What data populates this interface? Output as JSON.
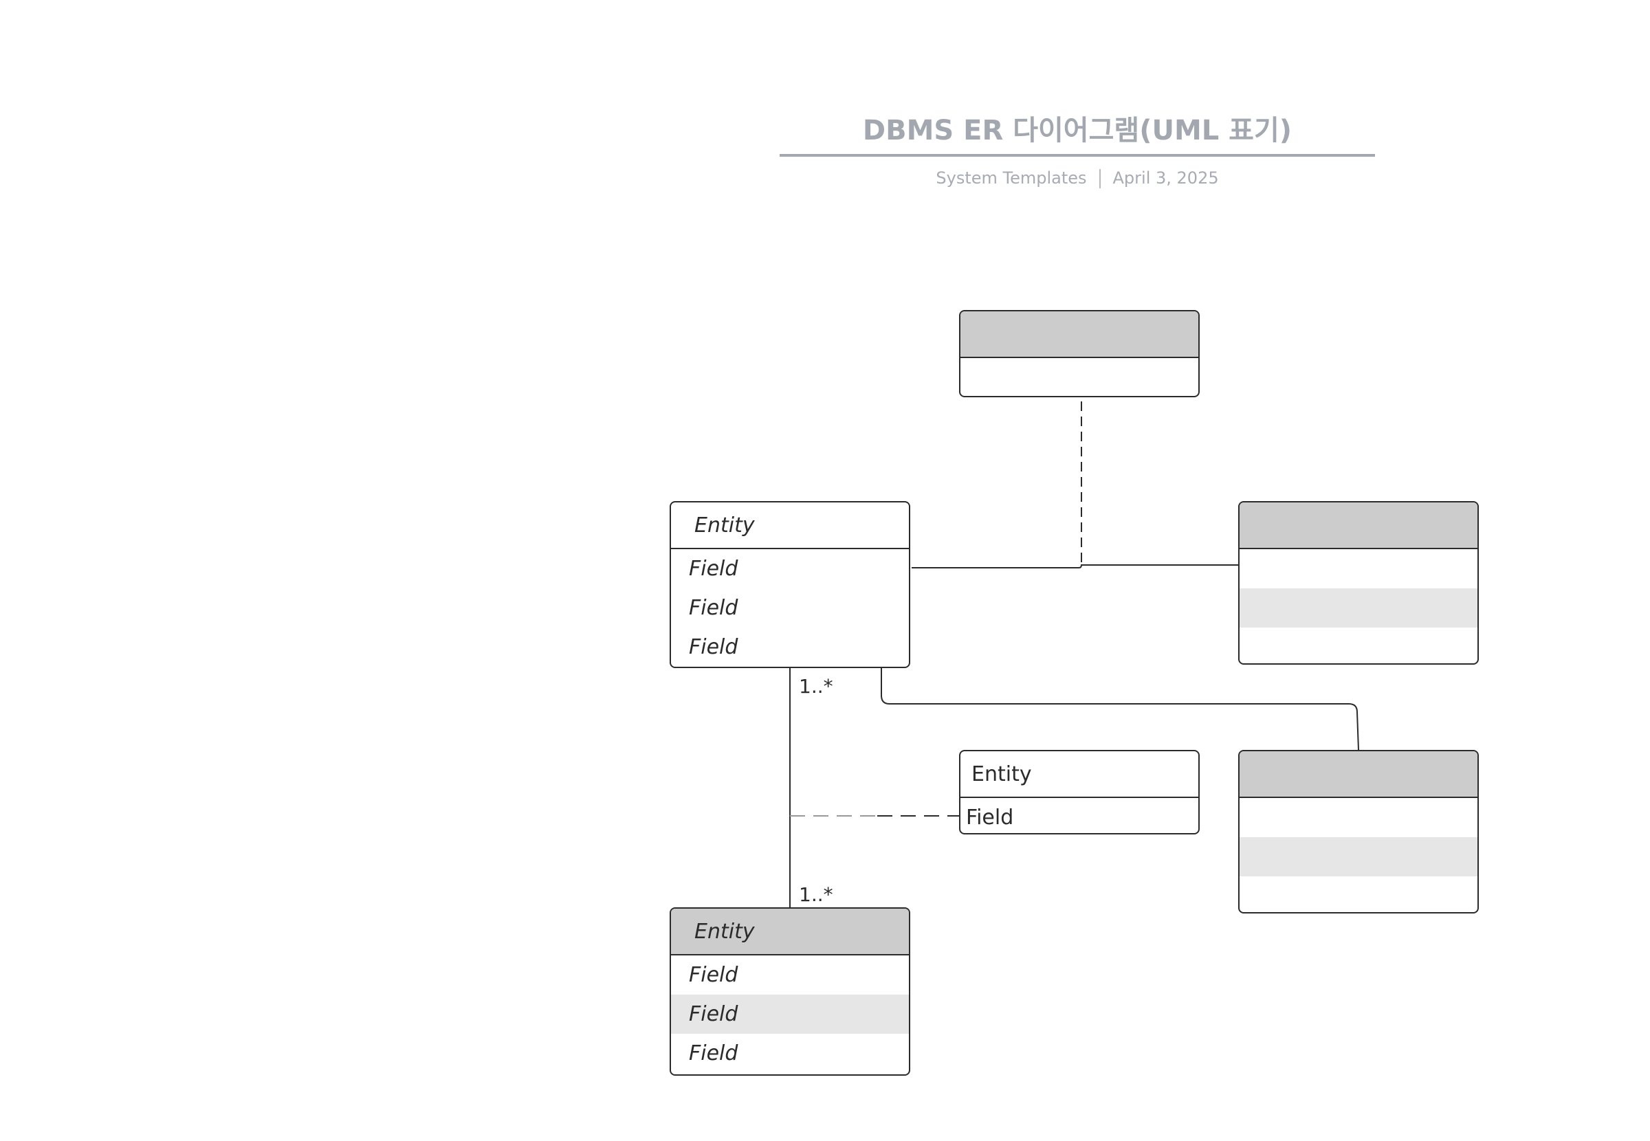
{
  "header": {
    "title": "DBMS ER 다이어그램(UML 표기)",
    "source": "System Templates",
    "date": "April 3, 2025"
  },
  "entities": {
    "top": {
      "title": "",
      "rows": [
        ""
      ]
    },
    "left": {
      "title": "Entity",
      "rows": [
        "Field",
        "Field",
        "Field"
      ]
    },
    "right_upper": {
      "title": "",
      "rows": [
        "",
        "",
        ""
      ]
    },
    "association": {
      "title": "Entity",
      "rows": [
        "Field"
      ]
    },
    "right_lower": {
      "title": "",
      "rows": [
        "",
        "",
        ""
      ]
    },
    "bottom": {
      "title": "Entity",
      "rows": [
        "Field",
        "Field",
        "Field"
      ]
    }
  },
  "relations": {
    "upper_multiplicity": "1..*",
    "lower_multiplicity": "1..*"
  },
  "colors": {
    "stroke": "#2b2b2b",
    "header_fill": "#cccccc",
    "row_shade": "#e6e6e6",
    "title_text": "#a3a8b0"
  }
}
